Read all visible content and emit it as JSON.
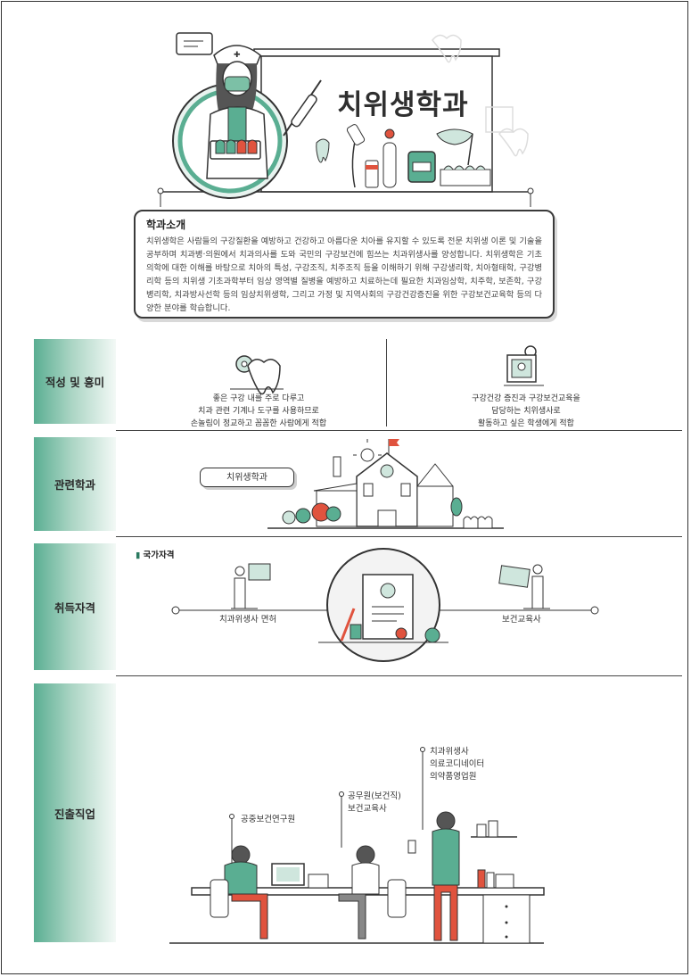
{
  "title": "치위생학과",
  "intro": {
    "heading": "학과소개",
    "body": "치위생학은 사람들의 구강질환을 예방하고 건강하고 아름다운 치아를 유지할 수 있도록 전문 치위생 이론 및 기술을 공부하며 치과병·의원에서 치과의사를 도와 국민의 구강보건에 힘쓰는 치과위생사를 양성합니다. 치위생학은 기초의학에 대한 이해를 바탕으로 치아의 특성, 구강조직, 치주조직 등을 이해하기 위해 구강생리학, 치아형태학, 구강병리학 등의 치위생 기초과학부터 임상 영역별 질병을 예방하고 치료하는데 필요한 치과임상학, 치주학, 보존학, 구강병리학, 치과방사선학 등의 임상치위생학, 그리고 가정 및 지역사회의 구강건강증진을 위한 구강보건교육학 등의 다양한 분야를 학습합니다."
  },
  "aptitude": {
    "label": "적성 및 흥미",
    "left": [
      "좋은 구강 내를 주로 다루고",
      "치과 관련 기계나 도구를 사용하므로",
      "손놀림이 정교하고 꼼꼼한 사람에게 적합"
    ],
    "right": [
      "구강건강 증진과 구강보건교육을",
      "담당하는 치위생사로",
      "활동하고 싶은 학생에게 적합"
    ]
  },
  "related": {
    "label": "관련학과",
    "dept": "치위생학과"
  },
  "license": {
    "label": "취득자격",
    "badge": "국가자격",
    "left": "치과위생사 면허",
    "right": "보건교육사"
  },
  "career": {
    "label": "진출직업",
    "jobs": [
      [
        "공중보건연구원"
      ],
      [
        "공무원(보건직)",
        "보건교육사"
      ],
      [
        "치과위생사",
        "의료코디네이터",
        "의약품영업원"
      ]
    ]
  },
  "colors": {
    "accent": "#5aae92",
    "accent_light": "#cfe6dd",
    "red": "#e0533e",
    "ink": "#333333"
  }
}
